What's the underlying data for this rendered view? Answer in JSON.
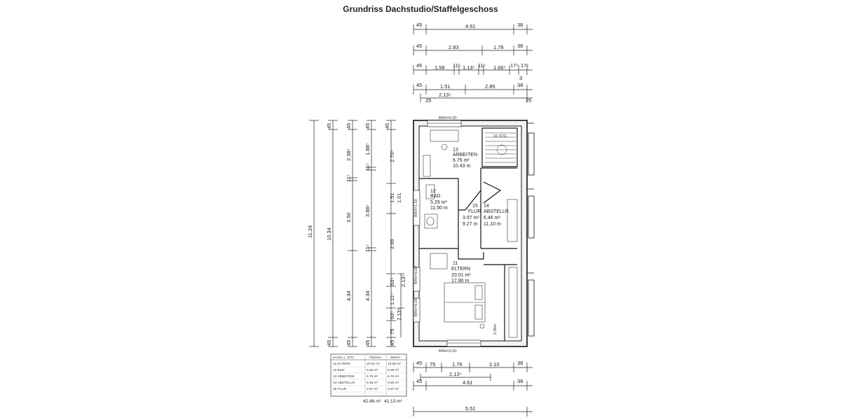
{
  "title": "Grundriss Dachstudio/Staffelgeschoss",
  "top_dims": {
    "row1": [
      "45",
      "4.61",
      "38"
    ],
    "row2": [
      "45",
      "2.83",
      "1.78",
      "38"
    ],
    "row3": [
      "45",
      "1.58",
      "11⁵",
      "1.13⁵",
      "11⁵",
      "1.66⁵",
      "17⁵",
      "17⁵",
      "3"
    ],
    "row4": [
      "45",
      "1.51",
      "2.85",
      "38"
    ],
    "row4b": [
      "25",
      "2.13⁵",
      "25"
    ]
  },
  "left_dims": {
    "col1": [
      "11.24"
    ],
    "col2": [
      "45",
      "10.34",
      "45"
    ],
    "col3": [
      "45",
      "2.38⁵",
      "11⁵",
      "3.50",
      "4.34",
      "45"
    ],
    "col4": [
      "45",
      "1.88⁵",
      "11⁵",
      "3.88⁵",
      "11⁵",
      "4.34",
      "45"
    ],
    "col5": [
      "45",
      "2.70⁵",
      "1.51",
      "1.01",
      "2.99",
      "63⁵",
      "2.13⁵",
      "1.11⁵",
      "63⁵",
      "2.13⁵",
      "75",
      "45"
    ]
  },
  "bottom_dims": {
    "row1": [
      "45",
      "75",
      "1.76",
      "2.10",
      "38"
    ],
    "row1b": [
      "2.13⁵"
    ],
    "row2": [
      "45",
      "4.61",
      "38"
    ],
    "row3": [
      "5.51"
    ]
  },
  "rooms": [
    {
      "num": "13",
      "name": "ARBEITEN",
      "area": "6.75 m²",
      "perim": "10.43 m"
    },
    {
      "num": "12",
      "name": "BAD",
      "area": "5.29 m²",
      "perim": "11.50 m"
    },
    {
      "num": "15",
      "name": "FLUR",
      "area": "3.97 m²",
      "perim": "9.27 m"
    },
    {
      "num": "14",
      "name": "ABSTELLR.",
      "area": "6.46 m²",
      "perim": "11.10 m"
    },
    {
      "num": "11",
      "name": "ELTERN",
      "area": "20.01 m²",
      "perim": "17.90 m"
    }
  ],
  "brh": {
    "top": "BRH=0.20",
    "bottom": "BRH=0.20",
    "left1": "BRH=1.20",
    "left2": "BRH=0.20",
    "left3": "BRH=0.20",
    "stair": "16 STG",
    "wall": "2.00m"
  },
  "table": {
    "headers": [
      "HAUS 1. STG",
      "Flächen",
      "WoFIV"
    ],
    "rows": [
      [
        "11 ELTERN",
        "20.01 m²",
        "19.29 m²"
      ],
      [
        "12 BAD",
        "5.29 m²",
        "5.29 m²"
      ],
      [
        "13 ARBEITEN",
        "6.75 m²",
        "6.75 m²"
      ],
      [
        "14 ABSTELLR.",
        "6.46 m²",
        "5.83 m²"
      ],
      [
        "15 FLUR",
        "3.97 m²",
        "3.97 m²"
      ]
    ],
    "totals": [
      "42.48 m²",
      "41.13 m²"
    ]
  }
}
